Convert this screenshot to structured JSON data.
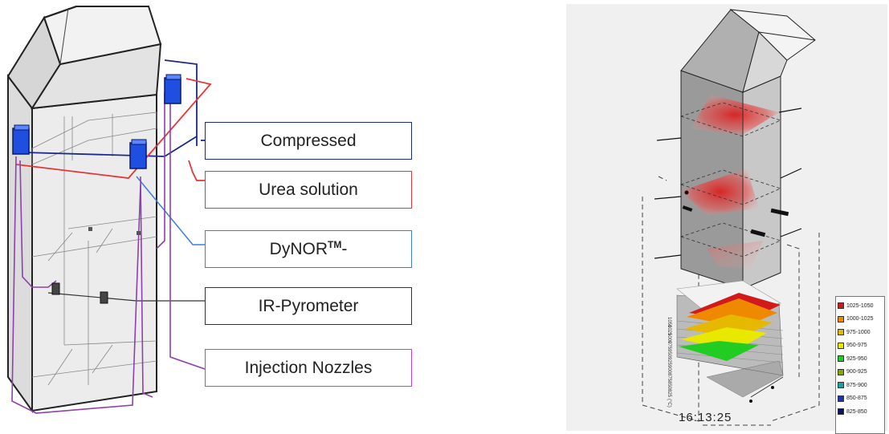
{
  "labels": {
    "compressed": "Compressed",
    "urea": "Urea solution",
    "dynor_main": "DyNOR",
    "dynor_sup": "TM",
    "dynor_suffix": "-",
    "ir": "IR-Pyrometer",
    "injection": "Injection Nozzles"
  },
  "colors": {
    "compressed": "#1a2a8a",
    "urea": "#e53535",
    "dynor": "#3a7de0",
    "ir": "#333333",
    "injection": "#c23fd6"
  },
  "legend": [
    {
      "range": "1025-1050",
      "color": "#d21a1a"
    },
    {
      "range": "1000-1025",
      "color": "#ef8a00"
    },
    {
      "range": "975-1000",
      "color": "#e6b800"
    },
    {
      "range": "950-975",
      "color": "#e8e800"
    },
    {
      "range": "925-950",
      "color": "#22cc22"
    },
    {
      "range": "900-925",
      "color": "#8aa600"
    },
    {
      "range": "875-900",
      "color": "#1f9f9f"
    },
    {
      "range": "850-875",
      "color": "#2233aa"
    },
    {
      "range": "825-850",
      "color": "#101060"
    }
  ],
  "axis_unit": "(°C)",
  "axis_ticks": [
    "1050",
    "1025",
    "1000",
    "975",
    "950",
    "925",
    "900",
    "875",
    "850",
    "825"
  ],
  "timestamp": "16:13:25"
}
